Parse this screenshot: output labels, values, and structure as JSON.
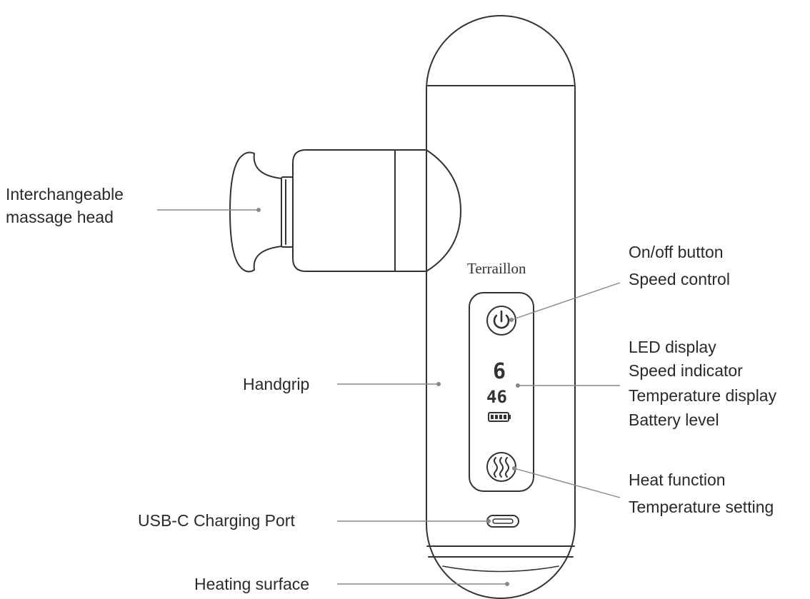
{
  "brand": "Terraillon",
  "display": {
    "speed": "6",
    "temperature": "46"
  },
  "labels": {
    "head": [
      "Interchangeable",
      "massage head"
    ],
    "handgrip": "Handgrip",
    "usb": "USB-C Charging Port",
    "heating": "Heating surface",
    "onoff": [
      "On/off button",
      "Speed control"
    ],
    "led": [
      "LED display",
      "Speed indicator",
      "Temperature display",
      "Battery level"
    ],
    "heat": [
      "Heat function",
      "Temperature setting"
    ]
  },
  "icons": [
    "power-icon",
    "battery-icon",
    "heat-waves-icon",
    "usb-c-port-icon"
  ],
  "colors": {
    "line": "#333333",
    "leader": "#888888",
    "text": "#2a2a2a"
  }
}
